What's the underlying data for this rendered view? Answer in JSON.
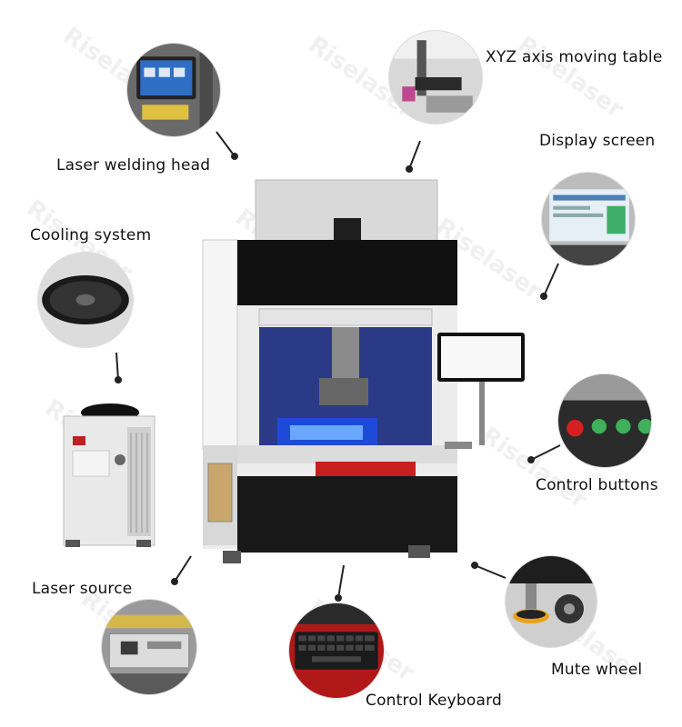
{
  "brand": {
    "watermark": "Riselaser"
  },
  "callouts": {
    "laser_welding_head": "Laser welding head",
    "xyz_table": "XYZ axis moving table",
    "display_screen": "Display screen",
    "cooling_system": "Cooling system",
    "control_buttons": "Control buttons",
    "laser_source": "Laser source",
    "control_keyboard": "Control Keyboard",
    "mute_wheel": "Mute wheel"
  }
}
